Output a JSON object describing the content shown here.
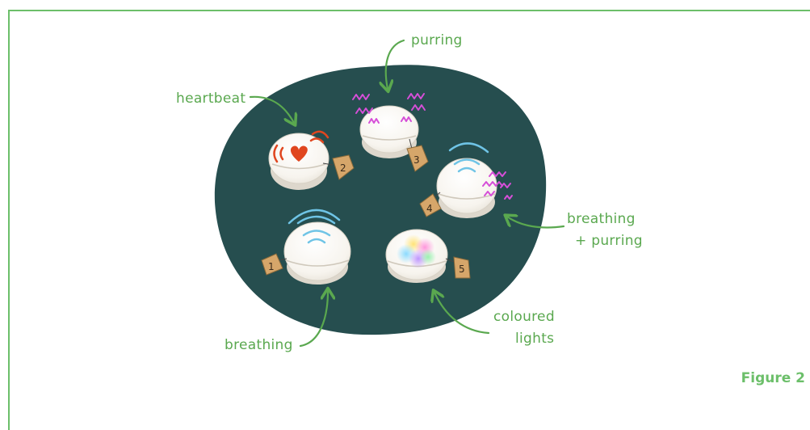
{
  "labels": {
    "heartbeat": "heartbeat",
    "purring": "purring",
    "breathing_purring_line1": "breathing",
    "breathing_purring_line2": "+ purring",
    "breathing": "breathing",
    "coloured_lights_line1": "coloured",
    "coloured_lights_line2": "lights"
  },
  "tags": {
    "t1": "1",
    "t2": "2",
    "t3": "3",
    "t4": "4",
    "t5": "5"
  },
  "figure_label": "Figure 2",
  "colors": {
    "table": "#264e4f",
    "label_green": "#5aa84f",
    "frame_green": "#6cbf6a",
    "heart_red": "#e0461f",
    "purr_magenta": "#d64fd8",
    "breath_blue": "#6fc4e6",
    "tag_tan": "#d6a66a"
  },
  "icons": [
    "heart-icon",
    "purring-wave-icon",
    "breathing-wave-icon",
    "colour-light-icon"
  ]
}
